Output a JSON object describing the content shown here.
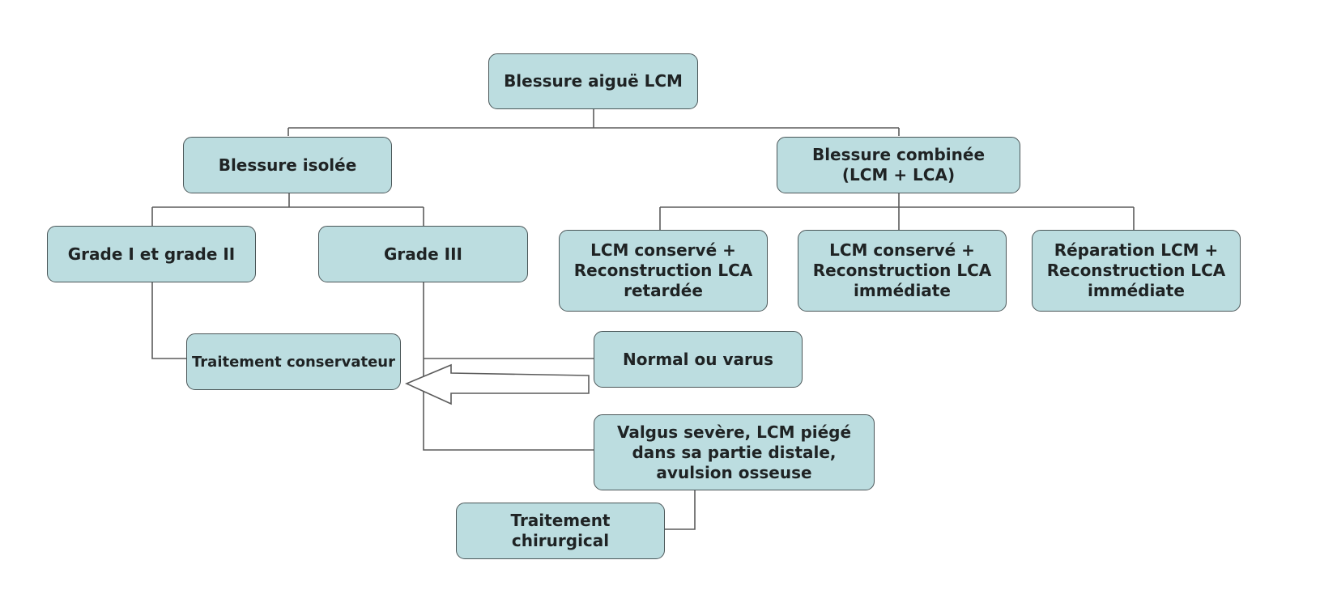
{
  "colors": {
    "box_fill": "#bcdde0",
    "box_border": "#4a5658",
    "line": "#5b5b5b",
    "text": "#1f2324"
  },
  "nodes": {
    "root": "Blessure aiguë LCM",
    "isolated": "Blessure isolée",
    "combined": "Blessure combinée\n(LCM + LCA)",
    "grade12": "Grade I et grade II",
    "grade3": "Grade III",
    "combo_delayed": "LCM conservé +\nReconstruction LCA\nretardée",
    "combo_immediate": "LCM conservé +\nReconstruction LCA\nimmédiate",
    "combo_repair": "Réparation LCM +\nReconstruction LCA\nimmédiate",
    "conservative": "Traitement conservateur",
    "normal_varus": "Normal ou varus",
    "valgus": "Valgus sevère, LCM piégé\ndans sa partie distale,\navulsion osseuse",
    "surgical": "Traitement\nchirurgical"
  }
}
